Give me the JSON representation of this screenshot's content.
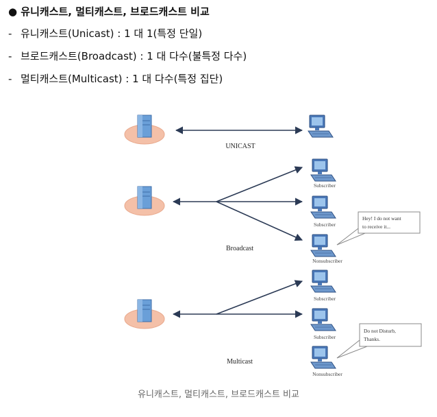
{
  "heading": "● 유니캐스트, 멀티캐스트, 브로드캐스트 비교",
  "bullets": [
    {
      "dash": "-",
      "text": "유니캐스트(Unicast) : 1 대 1(특정 단일)"
    },
    {
      "dash": "-",
      "text": "브로드캐스트(Broadcast) : 1 대 다수(불특정 다수)"
    },
    {
      "dash": "-",
      "text": "멀티캐스트(Multicast) : 1 대 다수(특정 집단)"
    }
  ],
  "diagram": {
    "unicast_label": "UNICAST",
    "broadcast_label": "Broadcast",
    "multicast_label": "Multicast",
    "subscriber_label": "Subscriber",
    "nonsubscriber_label": "Nonsubscriber",
    "broadcast_bubble": [
      "Hey! I do not want",
      "to receive it..."
    ],
    "multicast_bubble": [
      "Do not  Disturb,",
      "Thanks."
    ]
  },
  "caption": "유니캐스트, 멀티캐스트, 브로드캐스트 비교",
  "colors": {
    "arrow": "#2b3a55",
    "server_blue": "#6a9fd8",
    "server_pad": "#f4c0a8",
    "monitor": "#4a78b8"
  }
}
